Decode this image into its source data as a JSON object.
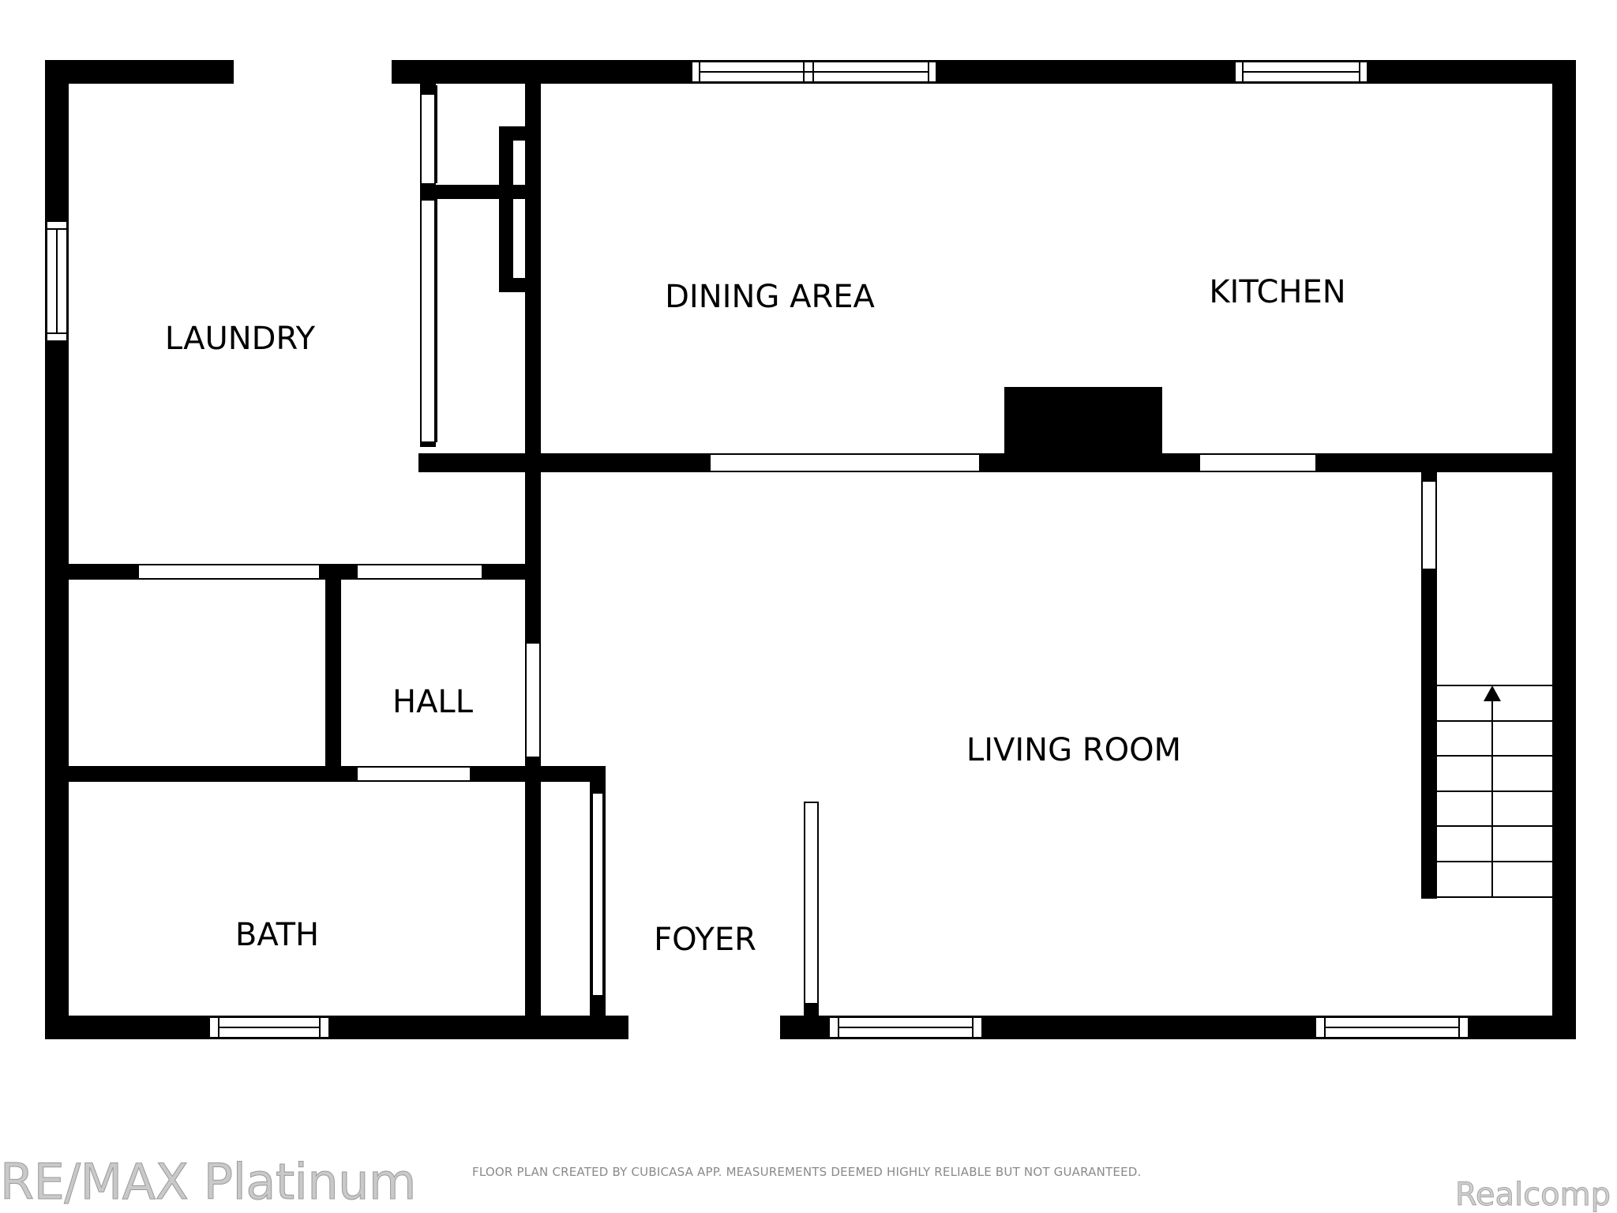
{
  "rooms": {
    "laundry": "LAUNDRY",
    "dining": "DINING AREA",
    "kitchen": "KITCHEN",
    "hall": "HALL",
    "living": "LIVING ROOM",
    "bath": "BATH",
    "foyer": "FOYER"
  },
  "footer": {
    "disclaimer": "FLOOR PLAN CREATED BY CUBICASA APP. MEASUREMENTS DEEMED HIGHLY RELIABLE BUT NOT GUARANTEED.",
    "brand": "RE/MAX Platinum",
    "source": "Realcomp"
  }
}
